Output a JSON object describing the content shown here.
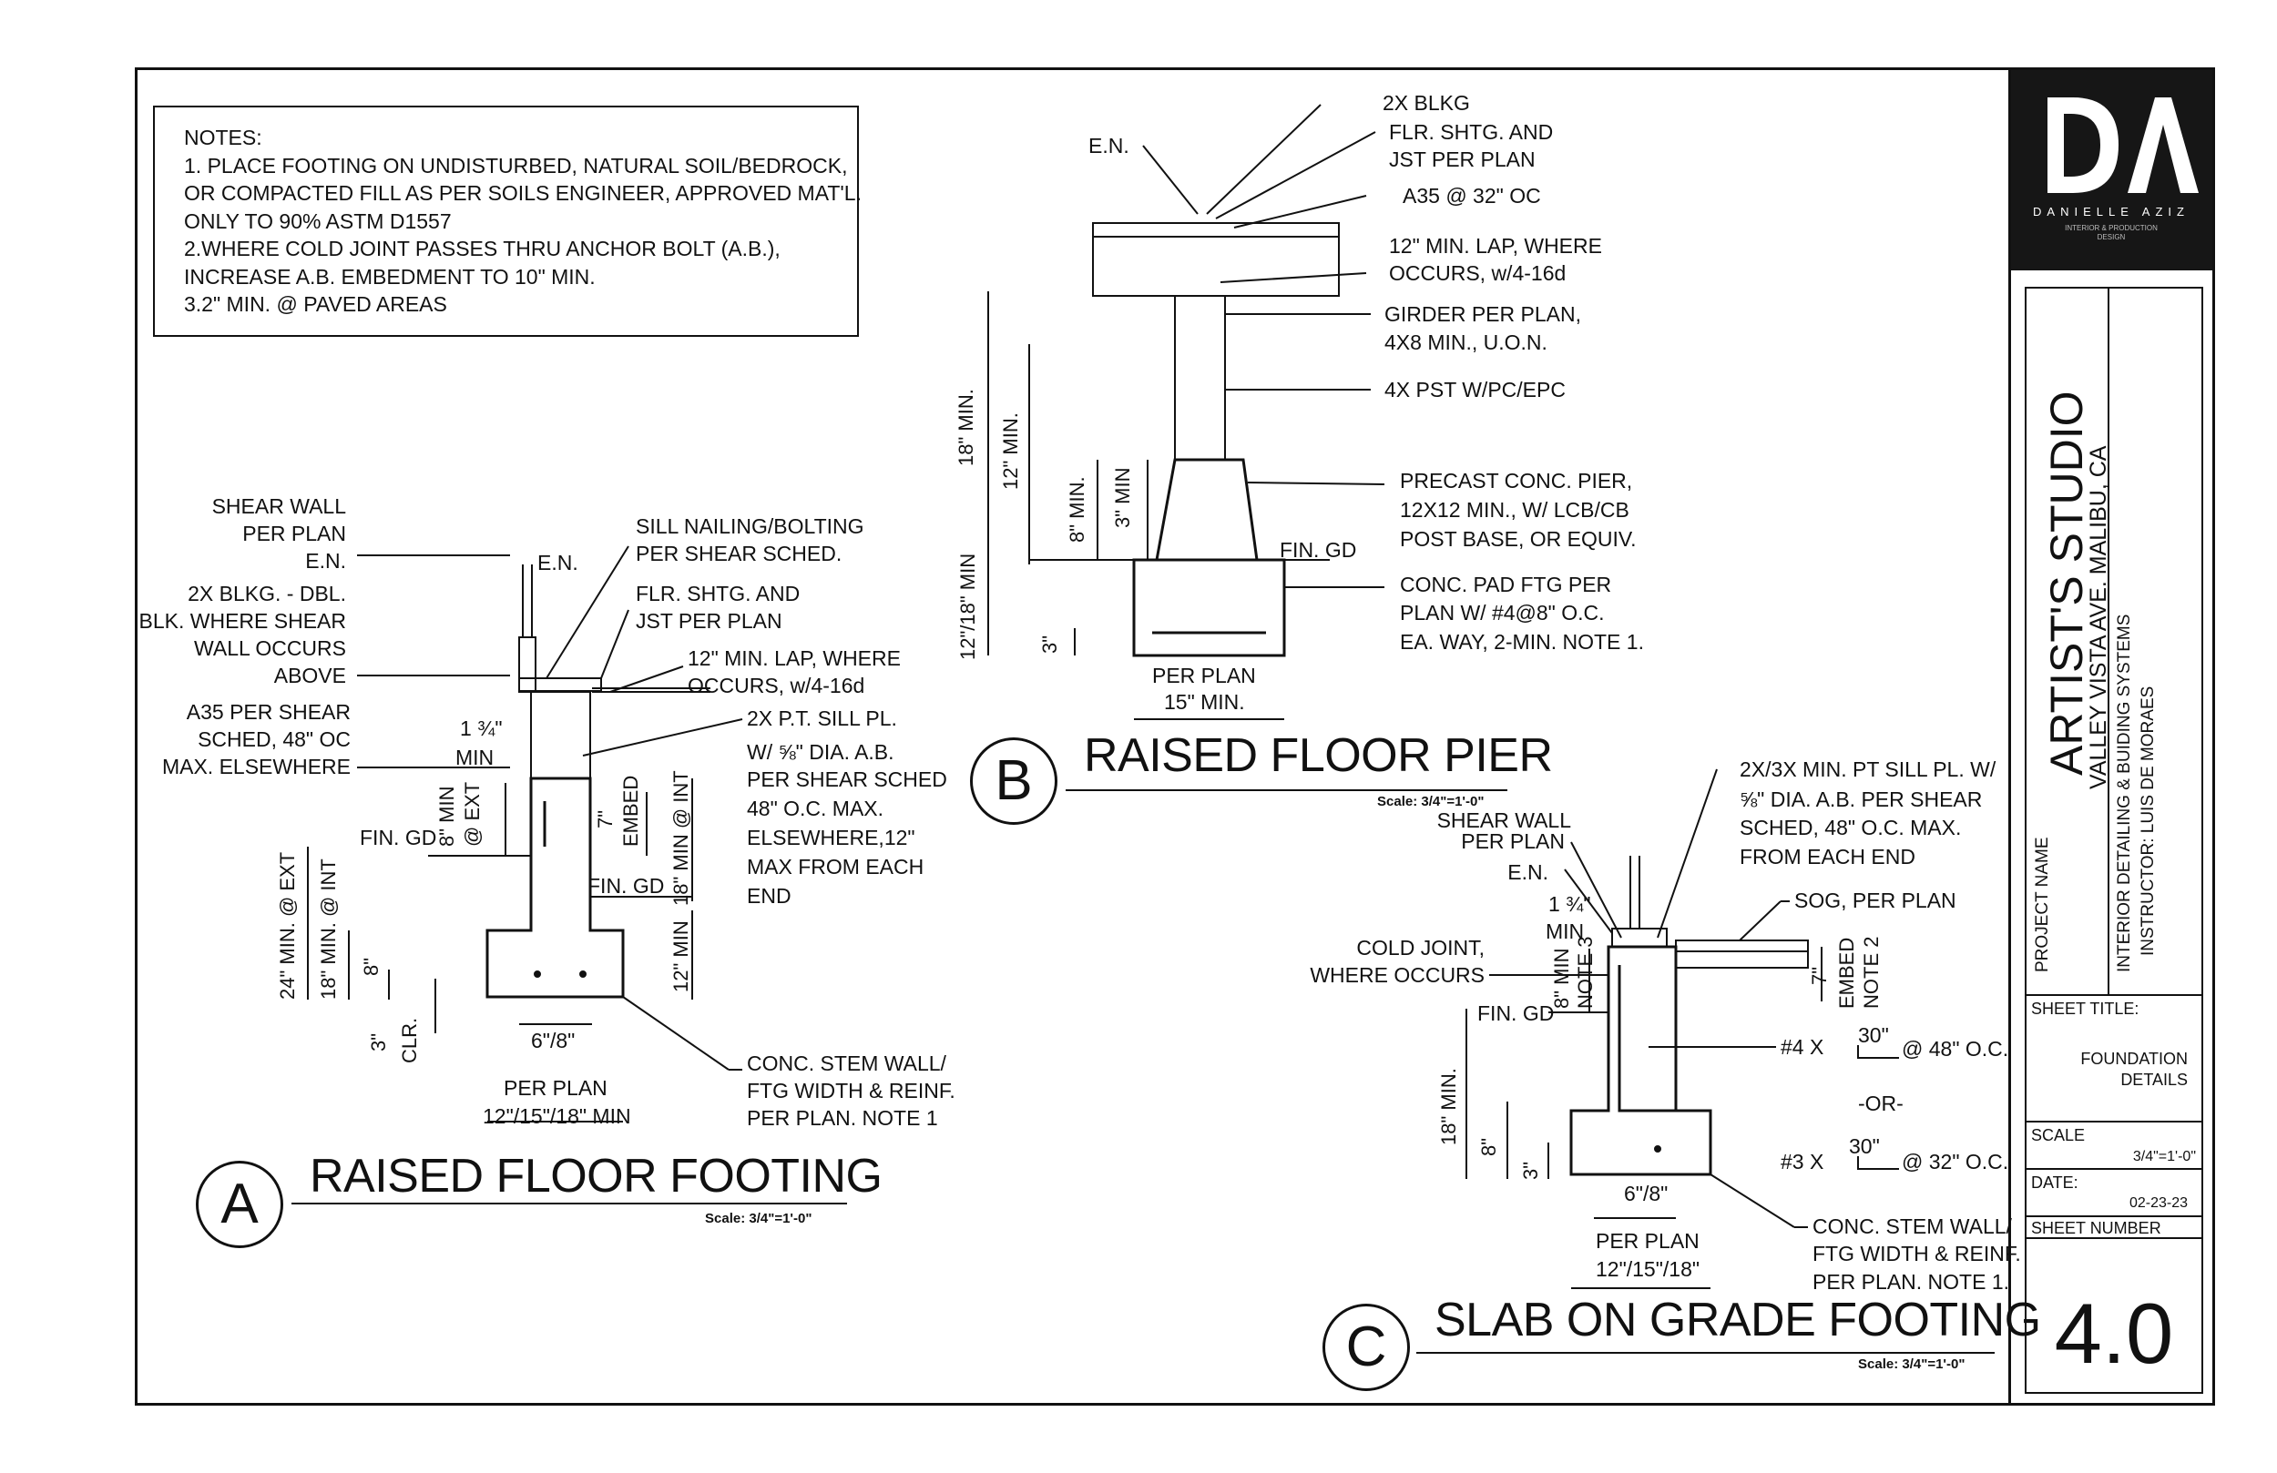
{
  "notes": {
    "lines": [
      "NOTES:",
      "1. PLACE FOOTING ON UNDISTURBED, NATURAL SOIL/BEDROCK,",
      "OR COMPACTED FILL AS PER SOILS ENGINEER, APPROVED MAT'L.",
      "ONLY TO 90% ASTM D1557",
      "2.WHERE COLD JOINT PASSES THRU ANCHOR BOLT (A.B.),",
      "INCREASE A.B. EMBEDMENT TO 10\" MIN.",
      "3.2\" MIN. @ PAVED AREAS"
    ]
  },
  "logo": {
    "mark": "DA",
    "name": "DANIELLE AZIZ",
    "tagline_1": "INTERIOR & PRODUCTION",
    "tagline_2": "DESIGN"
  },
  "title_block": {
    "project_name_label": "PROJECT NAME",
    "project_name": "ARTIST'S STUDIO",
    "project_address": "VALLEY VISTA AVE. MALIBU, CA",
    "course": "INTERIOR DETAILING & BUIDING SYSTEMS",
    "instructor": "INSTRUCTOR: LUIS DE MORAES",
    "sheet_title_label": "SHEET TITLE:",
    "sheet_title_1": "FOUNDATION",
    "sheet_title_2": "DETAILS",
    "scale_label": "SCALE",
    "scale_value": "3/4\"=1'-0\"",
    "date_label": "DATE:",
    "date_value": "02-23-23",
    "sheet_number_label": "SHEET NUMBER",
    "sheet_number": "4.0"
  },
  "detail_a": {
    "letter": "A",
    "title": "RAISED FLOOR FOOTING",
    "scale": "Scale: 3/4\"=1'-0\"",
    "labels": {
      "shear_wall_1": "SHEAR WALL",
      "shear_wall_2": "PER PLAN",
      "en_left": "E.N.",
      "blkg_1": "2X BLKG. - DBL.",
      "blkg_2": "BLK. WHERE SHEAR",
      "blkg_3": "WALL OCCURS",
      "blkg_4": "ABOVE",
      "a35_1": "A35 PER SHEAR",
      "a35_2": "SCHED, 48\" OC",
      "a35_3": "MAX. ELSEWHERE",
      "en_top": "E.N.",
      "sill_1": "SILL NAILING/BOLTING",
      "sill_2": "PER SHEAR SCHED.",
      "flr_1": "FLR. SHTG. AND",
      "flr_2": "JST PER PLAN",
      "lap_1": "12\" MIN. LAP, WHERE",
      "lap_2": "OCCURS, w/4-16d",
      "pt_1": "2X P.T. SILL PL.",
      "pt_2": "W/ ⅝\" DIA. A.B.",
      "pt_3": "PER SHEAR SCHED",
      "pt_4": "48\" O.C. MAX.",
      "pt_5": "ELSEWHERE,12\"",
      "pt_6": "MAX FROM EACH",
      "pt_7": "END",
      "min_134": "1 ¾\"",
      "min_word": "MIN",
      "fin_gd_l": "FIN. GD",
      "fin_gd_r": "FIN. GD",
      "stem_1": "CONC. STEM WALL/",
      "stem_2": "FTG WIDTH & REINF.",
      "stem_3": "PER PLAN. NOTE 1",
      "w68": "6\"/8\"",
      "per_plan": "PER PLAN",
      "widths": "12\"/15\"/18\" MIN",
      "d24": "24\" MIN. @ EXT",
      "d18": "18\" MIN. @ INT",
      "d8": "8\"",
      "d3": "3\"",
      "clr": "CLR.",
      "d8ext_1": "8\" MIN",
      "d8ext_2": "@ EXT",
      "d7": "7\"",
      "embed": "EMBED",
      "d18int": "18\" MIN @ INT",
      "d12": "12\" MIN"
    }
  },
  "detail_b": {
    "letter": "B",
    "title": "RAISED FLOOR PIER",
    "scale": "Scale: 3/4\"=1'-0\"",
    "labels": {
      "en": "E.N.",
      "blkg": "2X BLKG",
      "flr_1": "FLR. SHTG. AND",
      "flr_2": "JST PER PLAN",
      "a35": "A35 @ 32\" OC",
      "lap_1": "12\" MIN. LAP, WHERE",
      "lap_2": "OCCURS, w/4-16d",
      "girder_1": "GIRDER PER PLAN,",
      "girder_2": "4X8 MIN., U.O.N.",
      "pst": "4X PST W/PC/EPC",
      "pier_1": "PRECAST CONC. PIER,",
      "pier_2": "12X12 MIN., W/ LCB/CB",
      "pier_3": "POST BASE, OR EQUIV.",
      "fin_gd": "FIN. GD",
      "pad_1": "CONC. PAD FTG PER",
      "pad_2": "PLAN W/ #4@8\" O.C.",
      "pad_3": "EA. WAY, 2-MIN. NOTE 1.",
      "per_plan": "PER PLAN",
      "min15": "15\" MIN.",
      "d18": "18\" MIN.",
      "d12": "12\" MIN.",
      "d8": "8\" MIN.",
      "d3min": "3\" MIN",
      "d1218": "12\"/18\" MIN",
      "d3": "3\""
    }
  },
  "detail_c": {
    "letter": "C",
    "title": "SLAB ON GRADE FOOTING",
    "scale": "Scale: 3/4\"=1'-0\"",
    "labels": {
      "sill_1": "2X/3X MIN. PT SILL PL. W/",
      "sill_2": "⅝\" DIA. A.B. PER SHEAR",
      "sill_3": "SCHED, 48\" O.C. MAX.",
      "sill_4": "FROM EACH END",
      "shear_1": "SHEAR WALL",
      "shear_2": "PER PLAN",
      "en": "E.N.",
      "sog": "SOG, PER PLAN",
      "min_134": "1 ¾\"",
      "min_word": "MIN",
      "cold_1": "COLD JOINT,",
      "cold_2": "WHERE OCCURS",
      "fin_gd": "FIN. GD",
      "bar4_1": "#4 X",
      "bar4_len": "30\"",
      "bar4_2": "@ 48\" O.C.",
      "or": "-OR-",
      "bar3_1": "#3 X",
      "bar3_len": "30\"",
      "bar3_2": "@ 32\" O.C.",
      "stem_1": "CONC. STEM WALL/",
      "stem_2": "FTG WIDTH & REINF.",
      "stem_3": "PER PLAN. NOTE 1.",
      "w68": "6\"/8\"",
      "per_plan": "PER PLAN",
      "widths": "12\"/15\"/18\"",
      "d18": "18\" MIN.",
      "d8": "8\"",
      "d3": "3\"",
      "d8min": "8\" MIN",
      "note3": "NOTE 3",
      "d7": "7\"",
      "embed": "EMBED",
      "note2": "NOTE 2"
    }
  }
}
